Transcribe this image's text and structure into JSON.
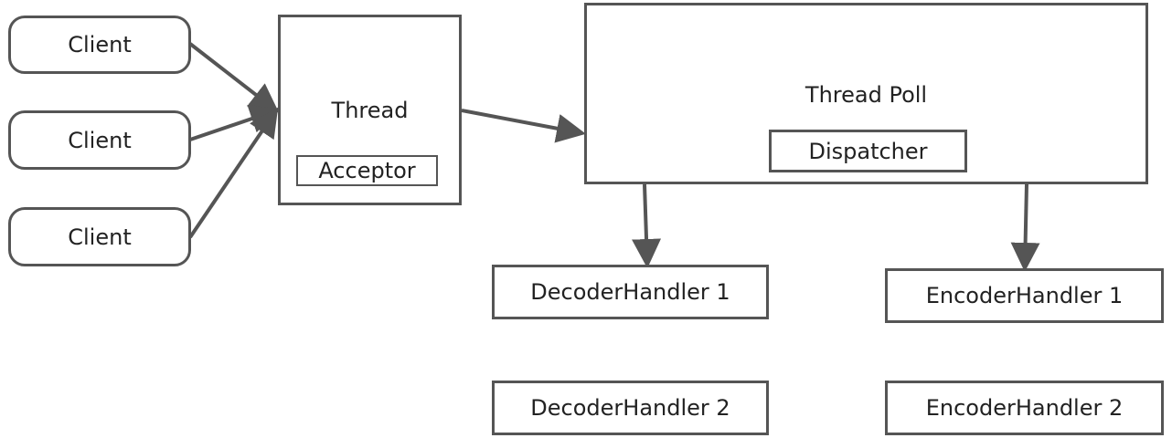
{
  "clients": [
    {
      "label": "Client"
    },
    {
      "label": "Client"
    },
    {
      "label": "Client"
    }
  ],
  "thread": {
    "label": "Thread",
    "acceptor_label": "Acceptor"
  },
  "thread_pool": {
    "label": "Thread Poll",
    "dispatcher_label": "Dispatcher"
  },
  "handlers": {
    "decoder_1": "DecoderHandler 1",
    "decoder_2": "DecoderHandler 2",
    "encoder_1": "EncoderHandler 1",
    "encoder_2": "EncoderHandler 2"
  },
  "colors": {
    "stroke": "#555555",
    "text": "#222222",
    "background": "#ffffff"
  }
}
